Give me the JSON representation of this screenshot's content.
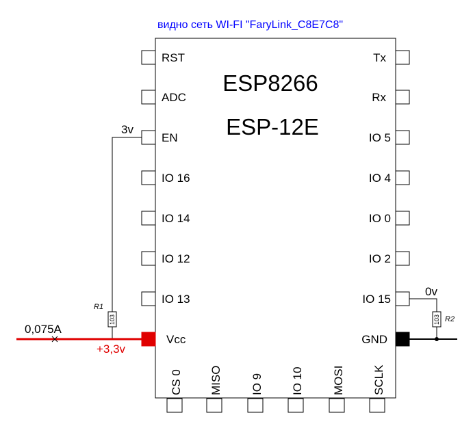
{
  "header_note": "видно сеть WI-FI \"FaryLink_C8E7C8\"",
  "module": {
    "title": "ESP8266",
    "subtitle": "ESP-12E"
  },
  "left_pins": [
    "RST",
    "ADC",
    "EN",
    "IO 16",
    "IO 14",
    "IO 12",
    "IO 13",
    "Vcc"
  ],
  "right_pins": [
    "Tx",
    "Rx",
    "IO 5",
    "IO 4",
    "IO 0",
    "IO 2",
    "IO 15",
    "GND"
  ],
  "bottom_pins": [
    "CS 0",
    "MISO",
    "IO 9",
    "IO 10",
    "MOSI",
    "SCLK"
  ],
  "annotations": {
    "en_voltage": "3v",
    "io15_voltage": "0v",
    "current": "0,075A",
    "supply": "+3,3v",
    "r1_name": "R1",
    "r1_code": "103",
    "r2_name": "R2",
    "r2_code": "103"
  },
  "colors": {
    "supply": "#e00000",
    "gnd": "#000000",
    "note": "#0000ff"
  }
}
